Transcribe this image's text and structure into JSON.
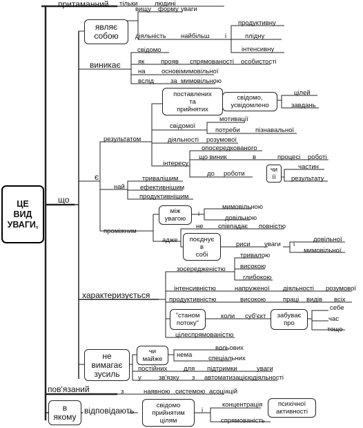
{
  "root": "ЦЕ\nВИД\nУВАГИ,",
  "l1": {
    "prytamannyi": "притаманний",
    "tilky": "тільки",
    "liudyni": "людині",
    "shcho": "що",
    "poviazanyi": "пов'язаний",
    "z": "з",
    "naiavnoiu": "наявною",
    "systemoiu": "системою",
    "asotsiatsii": "асоціацій",
    "v_yakomu": "в\nякому",
    "vidpovidaiut": "відповідають",
    "svidomo_pryiniatym": "свідомо\nприйнятим\nцілям",
    "i": "і",
    "kontsentratsiia": "концентрація",
    "psykhichnoi": "психічної\nактивності",
    "spriamovanist": "спрямованість"
  },
  "yavliaie": {
    "label": "являє\nсобою",
    "vyshchu": "вищу",
    "formu": "форму",
    "uvahy": "уваги",
    "diialnist": "діяльність",
    "naibilsh": "найбільш",
    "i": "і",
    "produktyvnu": "продуктивну",
    "pliednu": "плідну",
    "intensyvnu": "інтенсивну"
  },
  "vynykaie": {
    "label": "виникає",
    "svidomo": "свідомо",
    "yak": "як",
    "proiav": "прояв",
    "spriamovanosti": "спрямованості",
    "osobystosti": "особистості",
    "na": "на",
    "osnovi": "основі",
    "myvolnoi": "мимовільної",
    "vslid": "вслід",
    "za": "за",
    "myvolnoiu": "мимовільною"
  },
  "ye": {
    "label": "є",
    "rezultatom": "результатом",
    "postavlenykh": "поставлених\nта\nприйнятих",
    "svidomo_usvidomleno": "свідомо,\nусвідомлено",
    "tsilei": "цілей",
    "zavdan": "завдань",
    "svidomoi": "свідомої",
    "motyvatsii": "мотивації",
    "potreby": "потреби",
    "piznavalnoi": "пізнавальної",
    "diialnosti": "діяльності",
    "rozumovoi": "розумової",
    "interesu": "інтересу",
    "oposeredkovanoho": "опосередкованого",
    "shcho_vynyk": "що виник",
    "v": "в",
    "protsesi": "процесі",
    "roboty": "роботі",
    "do": "до",
    "roboty2": "роботи",
    "chy_ii": "чи\nїї",
    "chastyn": "частин",
    "rezultatu": "результату",
    "nai": "най",
    "tryvalishym": "тривалішим",
    "efektyvnishym": "ефективнішим",
    "produktyvnishym": "продуктивнішим",
    "promizhnym": "проміжним",
    "mizh_uvahoiu": "між\nувагою",
    "i": "і",
    "myvolnoiu2": "мимовільною",
    "dovilnoiu": "довільною",
    "ne": "не",
    "spivpadaie": "співпадає",
    "povnistiu": "повністю",
    "adzhe": "адже",
    "posdnuie": "поєднує\nв\nсобі",
    "rysy": "риси",
    "uvahy": "уваги",
    "i2": "і",
    "dovilnoi": "довільної",
    "myvolnoi2": "мимовільної"
  },
  "kharakteryzuietsia": {
    "label": "характеризується",
    "zoseredzhenistiu": "зосередженістю",
    "tryvaloiu": "тривалою",
    "vysokoiu": "високою",
    "hlybokoiu": "глибокою",
    "intensyvnistiu": "інтенсивністю",
    "napruzhenoi": "напруженої",
    "diialnosti": "діяльності",
    "rozumovoi": "розумової",
    "produktyvnistiu": "продуктивністю",
    "vysokoiu2": "високою",
    "pratsi": "праці",
    "vydiv": "видів",
    "vsikh": "всіх",
    "stanom_potoku": "\"станом\nпотоку\"",
    "koly": "коли",
    "subiekt": "суб'єкт",
    "zabuvaie_pro": "забуває\nпро",
    "sebe": "себе",
    "chas": "час",
    "tosho": "тощо",
    "tsilespriamovanistiu": "цілеспрямованістю"
  },
  "ne_vymahaie": {
    "label": "не\nвимагає\nзусиль",
    "chy_maizhe": "чи\nмайже",
    "nema": "нема",
    "volovykh": "вольових",
    "spetsialnykh": "спеціальних",
    "postiinykh": "постійних",
    "dlia": "для",
    "pidtrymky": "підтримки",
    "uvahy": "уваги",
    "u": "у",
    "zviazku": "зв'язку",
    "z": "з",
    "avtomatyzatsiieiu": "автоматизацією",
    "diialnosti": "діяльності"
  }
}
